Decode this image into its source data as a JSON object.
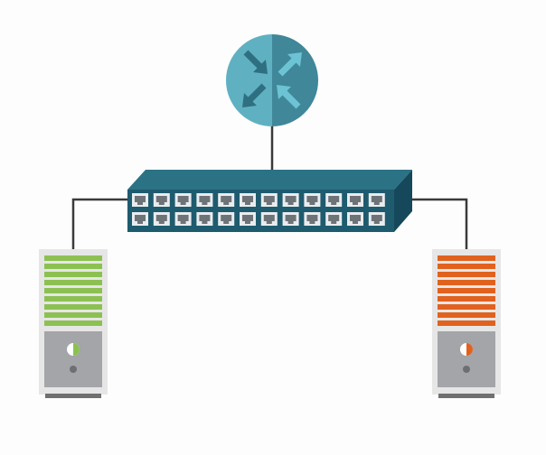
{
  "diagram": {
    "nodes": [
      {
        "id": "router",
        "kind": "router",
        "icon": "router-icon"
      },
      {
        "id": "switch",
        "kind": "network-switch",
        "icon": "switch-icon",
        "ports_per_row": 12,
        "rows": 2
      },
      {
        "id": "server-left",
        "kind": "server",
        "icon": "server-icon",
        "accent": "#8cc152"
      },
      {
        "id": "server-right",
        "kind": "server",
        "icon": "server-icon",
        "accent": "#e1621e"
      }
    ],
    "links": [
      {
        "from": "router",
        "to": "switch"
      },
      {
        "from": "switch",
        "to": "server-left"
      },
      {
        "from": "switch",
        "to": "server-right"
      }
    ],
    "colors": {
      "router_light": "#5fb1c2",
      "router_dark": "#3f8799",
      "arrow": "#2f6f82",
      "switch_front": "#1e5b6e",
      "switch_top": "#2b7285",
      "switch_side": "#15485a",
      "port": "#6e7378",
      "cable": "#3a3a3a",
      "server_case": "#e6e6e6",
      "server_lower": "#a3a5a8",
      "server_base": "#707070"
    }
  }
}
